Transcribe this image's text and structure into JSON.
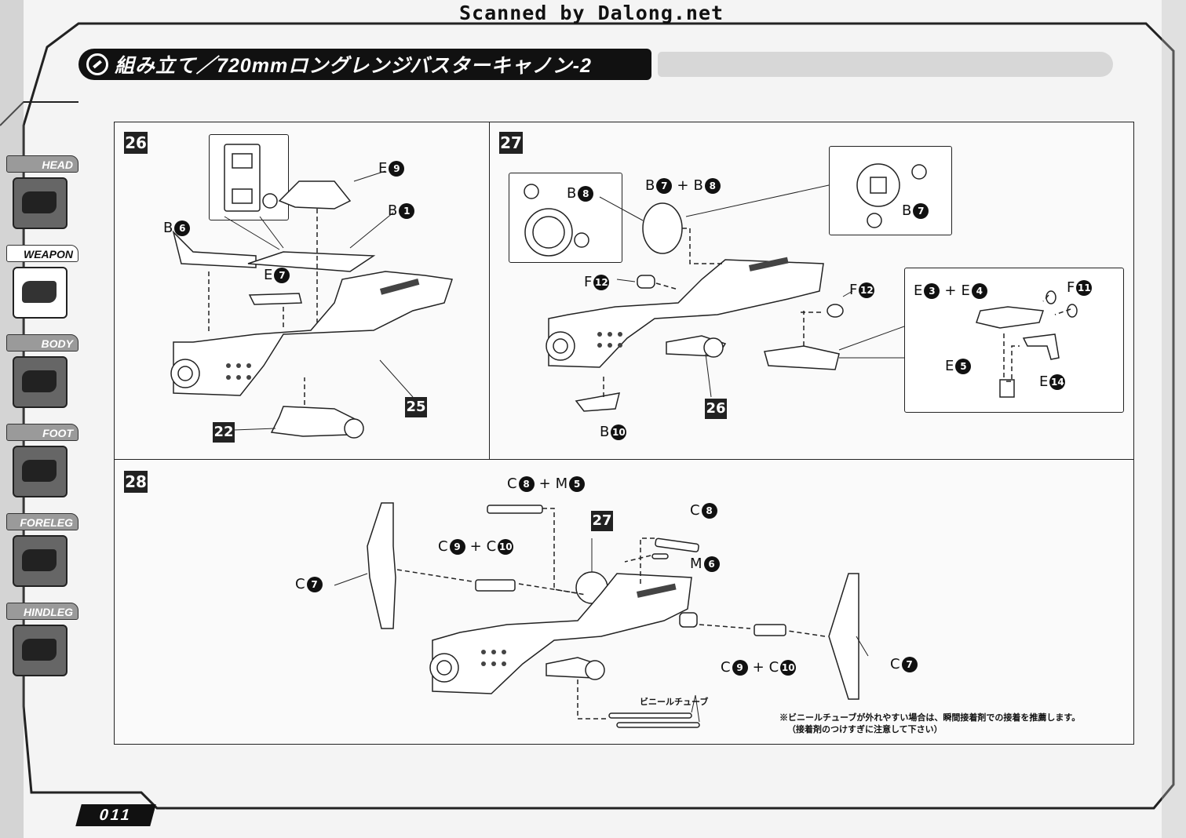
{
  "header": {
    "scan_credit": "Scanned by Dalong.net",
    "title": "組み立て／720mmロングレンジバスターキャノン-2"
  },
  "sidebar": {
    "tabs": [
      {
        "label": "HEAD",
        "active": false
      },
      {
        "label": "WEAPON",
        "active": true
      },
      {
        "label": "BODY",
        "active": false
      },
      {
        "label": "FOOT",
        "active": false
      },
      {
        "label": "FORELEG",
        "active": false
      },
      {
        "label": "HINDLEG",
        "active": false
      }
    ]
  },
  "steps": {
    "s26": {
      "number": "26",
      "labels": [
        {
          "letter": "E",
          "num": "9"
        },
        {
          "letter": "B",
          "num": "1"
        },
        {
          "letter": "B",
          "num": "6"
        },
        {
          "letter": "E",
          "num": "7"
        }
      ],
      "refs": [
        "25",
        "22"
      ]
    },
    "s27": {
      "number": "27",
      "labels": {
        "b8": {
          "letter": "B",
          "num": "8"
        },
        "b7b8": {
          "a": "B",
          "an": "7",
          "plus": "+",
          "b": "B",
          "bn": "8"
        },
        "b7": {
          "letter": "B",
          "num": "7"
        },
        "f12a": {
          "letter": "F",
          "num": "12"
        },
        "f12b": {
          "letter": "F",
          "num": "12"
        },
        "e3e4": {
          "a": "E",
          "an": "3",
          "plus": "+",
          "b": "E",
          "bn": "4"
        },
        "f11": {
          "letter": "F",
          "num": "11"
        },
        "e5": {
          "letter": "E",
          "num": "5"
        },
        "e14": {
          "letter": "E",
          "num": "14"
        },
        "b10": {
          "letter": "B",
          "num": "10"
        }
      },
      "refs": [
        "26"
      ]
    },
    "s28": {
      "number": "28",
      "labels": {
        "c8m5": {
          "a": "C",
          "an": "8",
          "plus": "+",
          "b": "M",
          "bn": "5"
        },
        "c8": {
          "letter": "C",
          "num": "8"
        },
        "m6": {
          "letter": "M",
          "num": "6"
        },
        "c9c10a": {
          "a": "C",
          "an": "9",
          "plus": "+",
          "b": "C",
          "bn": "10"
        },
        "c9c10b": {
          "a": "C",
          "an": "9",
          "plus": "+",
          "b": "C",
          "bn": "10"
        },
        "c7a": {
          "letter": "C",
          "num": "7"
        },
        "c7b": {
          "letter": "C",
          "num": "7"
        }
      },
      "refs": [
        "27"
      ],
      "tube_label": "ビニールチューブ",
      "note_line1": "※ビニールチューブが外れやすい場合は、瞬間接着剤での接着を推薦します。",
      "note_line2": "（接着剤のつけすぎに注意して下さい）"
    }
  },
  "footer": {
    "page_number": "011"
  }
}
